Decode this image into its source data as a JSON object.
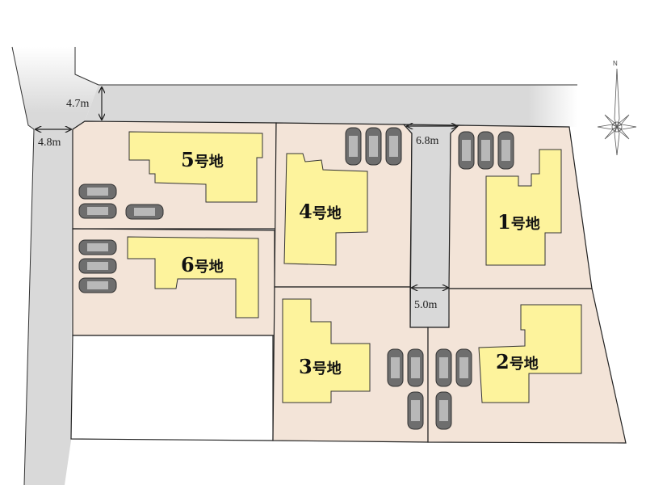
{
  "title": "区画図",
  "colors": {
    "road": "#d9d9d9",
    "lot": "#f3e6dc",
    "building": "#fdf39c",
    "outline": "#222222",
    "car": "#6e6e6e"
  },
  "lots": [
    {
      "id": "lot-1",
      "num": "1",
      "suffix": "号地"
    },
    {
      "id": "lot-2",
      "num": "2",
      "suffix": "号地"
    },
    {
      "id": "lot-3",
      "num": "3",
      "suffix": "号地"
    },
    {
      "id": "lot-4",
      "num": "4",
      "suffix": "号地"
    },
    {
      "id": "lot-5",
      "num": "5",
      "suffix": "号地"
    },
    {
      "id": "lot-6",
      "num": "6",
      "suffix": "号地"
    }
  ],
  "dimensions": {
    "north_road_width": "4.7m",
    "west_road_width": "4.8m",
    "private_road_entrance": "6.8m",
    "private_road_width": "5.0m"
  },
  "compass": {
    "north_label": "N",
    "icon": "compass-rose-icon"
  }
}
